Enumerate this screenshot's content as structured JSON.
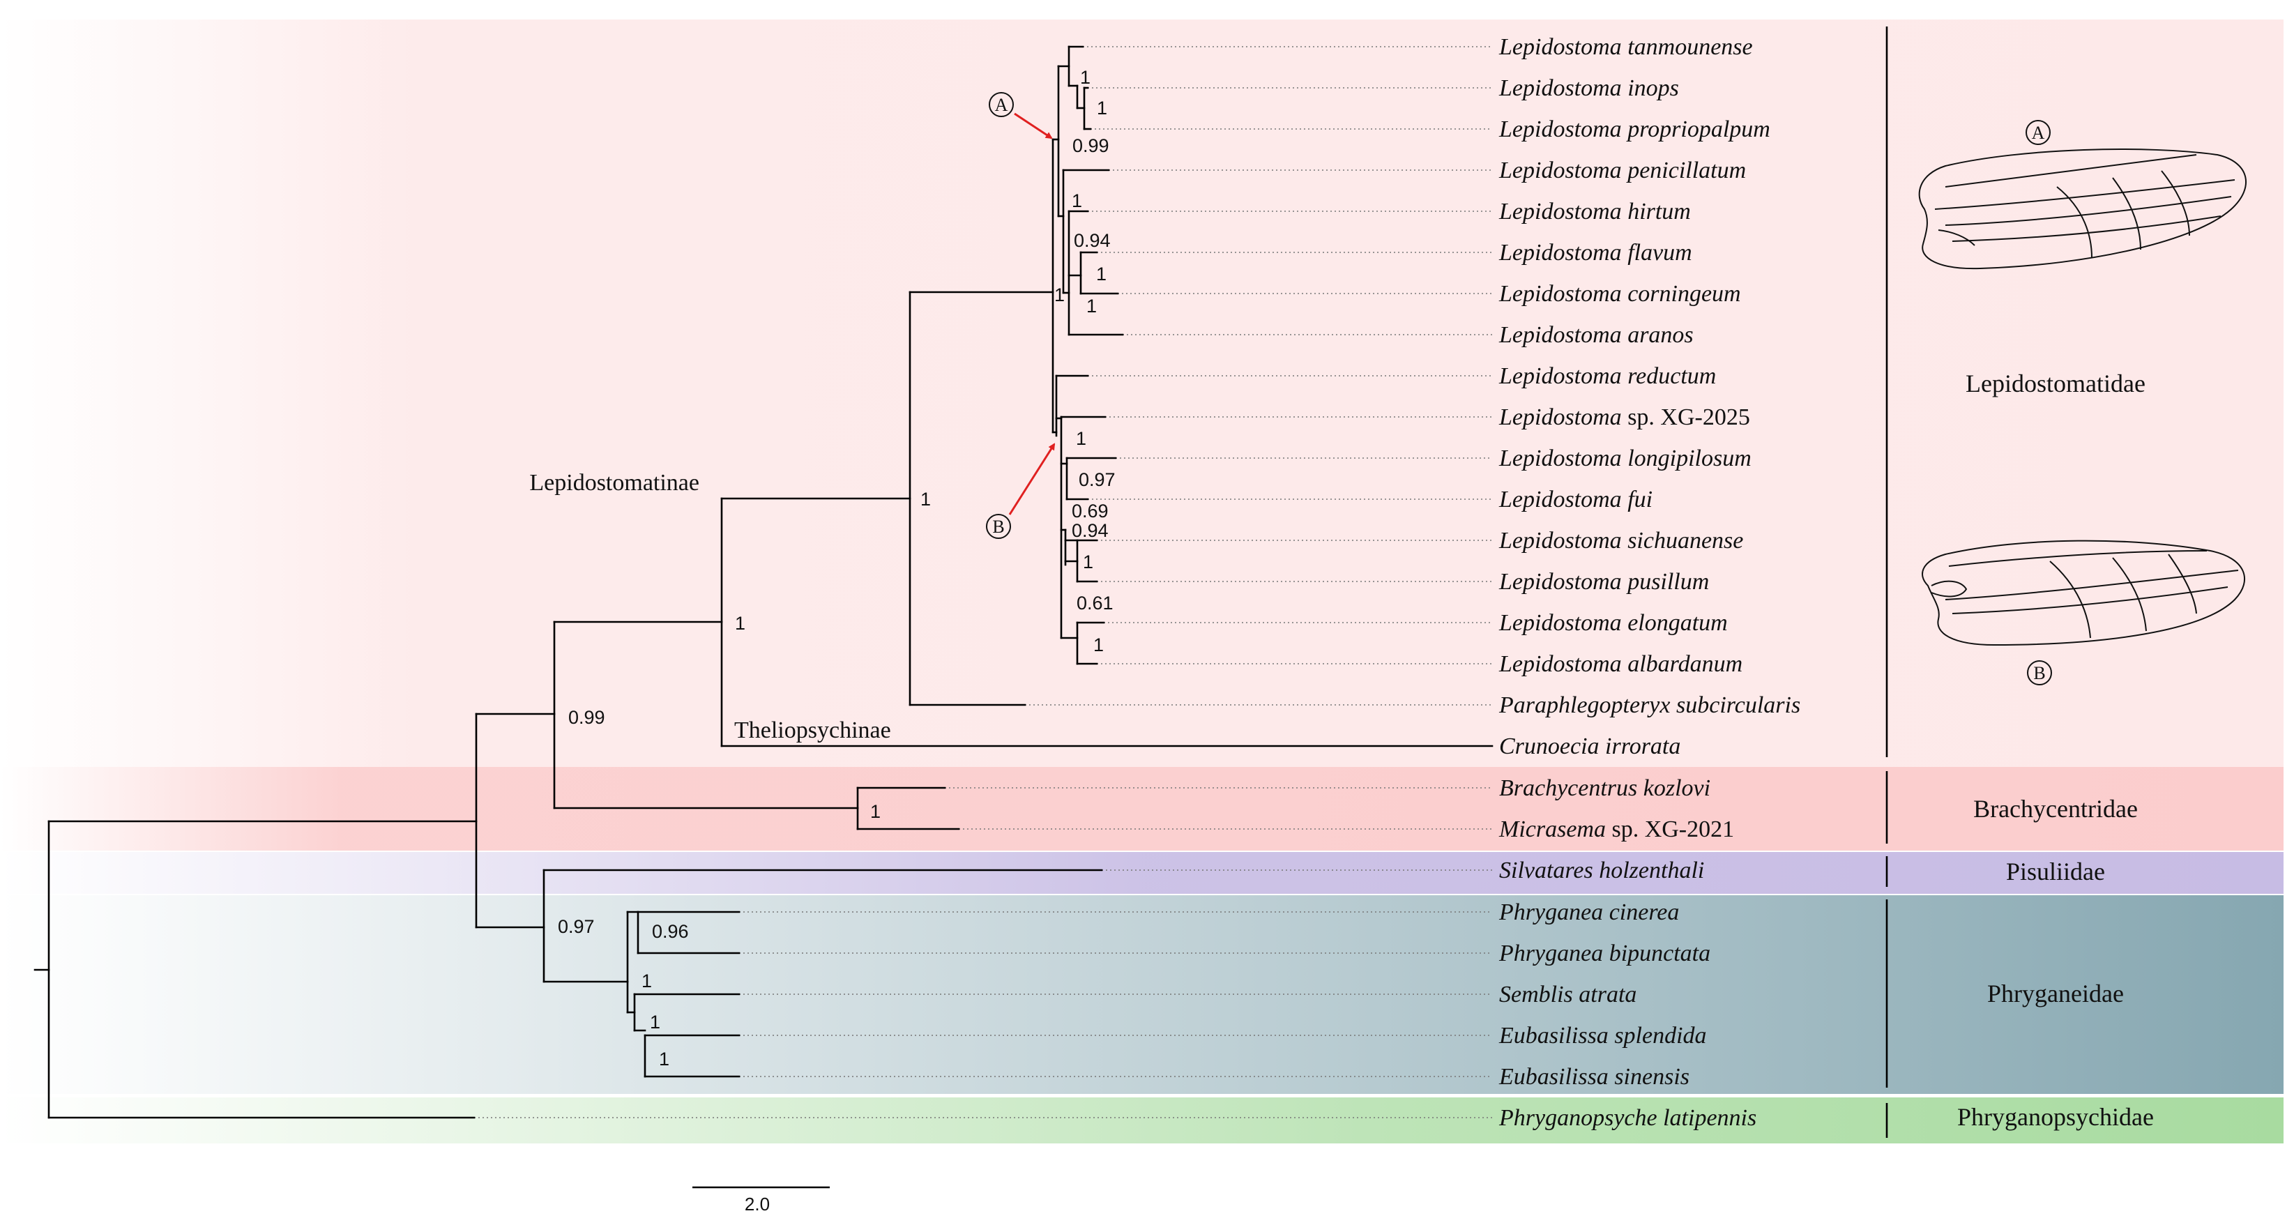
{
  "colors": {
    "lepidostomatidae": "#fde9e9",
    "brachycentridae": "#fbcdcd",
    "pisuliidae": "#c7bce4",
    "phryganeidae": "#86a7b1",
    "phryganopsychidae": "#a8dba0",
    "arrow": "#e02020",
    "line": "#000000"
  },
  "taxa": [
    {
      "genus": "Lepidostoma",
      "epithet": "tanmounense"
    },
    {
      "genus": "Lepidostoma",
      "epithet": "inops"
    },
    {
      "genus": "Lepidostoma",
      "epithet": "propriopalpum"
    },
    {
      "genus": "Lepidostoma",
      "epithet": "penicillatum"
    },
    {
      "genus": "Lepidostoma",
      "epithet": "hirtum"
    },
    {
      "genus": "Lepidostoma",
      "epithet": "flavum"
    },
    {
      "genus": "Lepidostoma",
      "epithet": "corningeum"
    },
    {
      "genus": "Lepidostoma",
      "epithet": "aranos"
    },
    {
      "genus": "Lepidostoma",
      "epithet": "reductum"
    },
    {
      "genus": "Lepidostoma",
      "epithet": "sp. XG-2025"
    },
    {
      "genus": "Lepidostoma",
      "epithet": "longipilosum"
    },
    {
      "genus": "Lepidostoma",
      "epithet": "fui"
    },
    {
      "genus": "Lepidostoma",
      "epithet": "sichuanense"
    },
    {
      "genus": "Lepidostoma",
      "epithet": "pusillum"
    },
    {
      "genus": "Lepidostoma",
      "epithet": "elongatum"
    },
    {
      "genus": "Lepidostoma",
      "epithet": "albardanum"
    },
    {
      "genus": "Paraphlegopteryx",
      "epithet": "subcircularis"
    },
    {
      "genus": "Crunoecia",
      "epithet": "irrorata"
    },
    {
      "genus": "Brachycentrus",
      "epithet": "kozlovi"
    },
    {
      "genus": "Micrasema",
      "epithet": "sp. XG-2021"
    },
    {
      "genus": "Silvatares",
      "epithet": "holzenthali"
    },
    {
      "genus": "Phryganea",
      "epithet": "cinerea"
    },
    {
      "genus": "Phryganea",
      "epithet": "bipunctata"
    },
    {
      "genus": "Semblis",
      "epithet": "atrata"
    },
    {
      "genus": "Eubasilissa",
      "epithet": "splendida"
    },
    {
      "genus": "Eubasilissa",
      "epithet": "sinensis"
    },
    {
      "genus": "Phryganopsyche",
      "epithet": "latipennis"
    }
  ],
  "supports": [
    "1",
    "1",
    "0.99",
    "1",
    "0.94",
    "1",
    "1",
    "1",
    "1",
    "0.97",
    "0.69",
    "0.94",
    "1",
    "0.61",
    "1",
    "1",
    "1",
    "0.99",
    "1",
    "0.97",
    "0.96",
    "1",
    "1",
    "1"
  ],
  "subfamilies": [
    "Lepidostomatinae",
    "Theliopsychinae"
  ],
  "families": [
    "Lepidostomatidae",
    "Brachycentridae",
    "Pisuliidae",
    "Phryganeidae",
    "Phryganopsychidae"
  ],
  "markers": {
    "a": "A",
    "b": "B"
  },
  "wing_icons": [
    "forewing-a-icon",
    "forewing-b-icon"
  ],
  "scale_bar": {
    "label": "2.0"
  }
}
